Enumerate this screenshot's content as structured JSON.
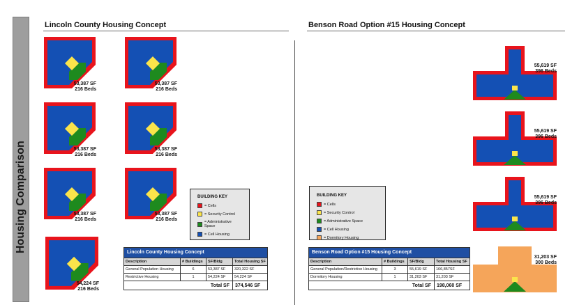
{
  "sidebar": {
    "label": "Housing Comparison"
  },
  "lincoln": {
    "title": "Lincoln County Housing Concept",
    "buildings": [
      {
        "sf": "53,387 SF",
        "beds": "216 Beds"
      },
      {
        "sf": "53,387 SF",
        "beds": "216 Beds"
      },
      {
        "sf": "53,387 SF",
        "beds": "216 Beds"
      },
      {
        "sf": "53,387 SF",
        "beds": "216 Beds"
      },
      {
        "sf": "53,387 SF",
        "beds": "216 Beds"
      },
      {
        "sf": "53,387 SF",
        "beds": "216 Beds"
      },
      {
        "sf": "54,224 SF",
        "beds": "216 Beds"
      }
    ],
    "key": {
      "title": "BUILDING KEY",
      "items": [
        {
          "label": "= Cells",
          "color": "#e8141c"
        },
        {
          "label": "= Security Control",
          "color": "#fbe44b"
        },
        {
          "label": "= Administrative Space",
          "color": "#1e8a1e"
        },
        {
          "label": "= Cell Housing",
          "color": "#1450b4"
        }
      ]
    },
    "table": {
      "title": "Lincoln County Housing Concept",
      "headers": [
        "Description",
        "# Buildings",
        "SF/Bldg",
        "Total Housing SF"
      ],
      "rows": [
        [
          "General Population Housing",
          "6",
          "53,387 SF",
          "320,322 SF"
        ],
        [
          "Restrictive Housing",
          "1",
          "54,224 SF",
          "54,224 SF"
        ]
      ],
      "total_label": "Total  SF",
      "total_value": "374,546 SF"
    }
  },
  "benson": {
    "title": "Benson Road Option #15 Housing Concept",
    "buildings": [
      {
        "sf": "55,619 SF",
        "beds": "396 Beds"
      },
      {
        "sf": "55,619 SF",
        "beds": "396 Beds"
      },
      {
        "sf": "55,619 SF",
        "beds": "396 Beds"
      },
      {
        "sf": "31,203 SF",
        "beds": "300 Beds"
      }
    ],
    "key": {
      "title": "BUILDING KEY",
      "items": [
        {
          "label": "= Cells",
          "color": "#e8141c"
        },
        {
          "label": "= Security Control",
          "color": "#fbe44b"
        },
        {
          "label": "= Administrative Space",
          "color": "#1e8a1e"
        },
        {
          "label": "= Cell Housing",
          "color": "#1450b4"
        },
        {
          "label": "= Dormitory Housing",
          "color": "#f5a55a"
        }
      ]
    },
    "table": {
      "title": "Benson Road Option #15 Housing Concept",
      "headers": [
        "Description",
        "# Buildings",
        "SF/Bldg",
        "Total Housing SF"
      ],
      "rows": [
        [
          "General Population/Restrictive Housing",
          "3",
          "55,619 SF",
          "166,857SF"
        ],
        [
          "Dormitory Housing",
          "1",
          "31,203 SF",
          "31,203 SF"
        ]
      ],
      "total_label": "Total  SF",
      "total_value": "198,060 SF"
    }
  },
  "colors": {
    "cells": "#e8141c",
    "security": "#fbe44b",
    "admin": "#1e8a1e",
    "cellhousing": "#1450b4",
    "dorm": "#f5a55a",
    "table_header": "#1f4fa3"
  }
}
